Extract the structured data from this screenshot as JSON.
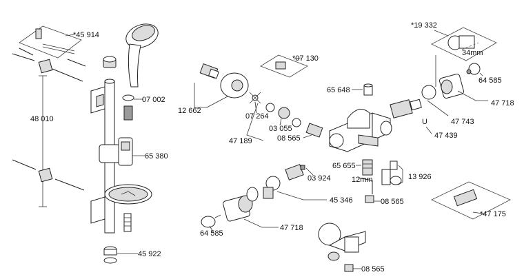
{
  "labels": {
    "p45914": "*45 914",
    "p48010": "48 010",
    "p07002": "07 002",
    "p65380": "65 380",
    "p45922": "45 922",
    "p12662": "12 662",
    "p07130": "*07 130",
    "p07264": "07 264",
    "p03055": "03 055",
    "p47189": "47 189",
    "p08565a": "08 565",
    "p65648": "65 648",
    "p19332": "*19 332",
    "p34mm": "34mm",
    "p64585a": "64 585",
    "p47718a": "47 718",
    "p47743": "47 743",
    "p47439": "47 439",
    "p65655": "65 655",
    "p13926": "13 926",
    "p03924": "03 924",
    "p12mm": "12mm",
    "p45346": "45 346",
    "p08565b": "08 565",
    "p47175": "*47 175",
    "p64585b": "64 585",
    "p47718b": "47 718",
    "p08565c": "08 565"
  }
}
